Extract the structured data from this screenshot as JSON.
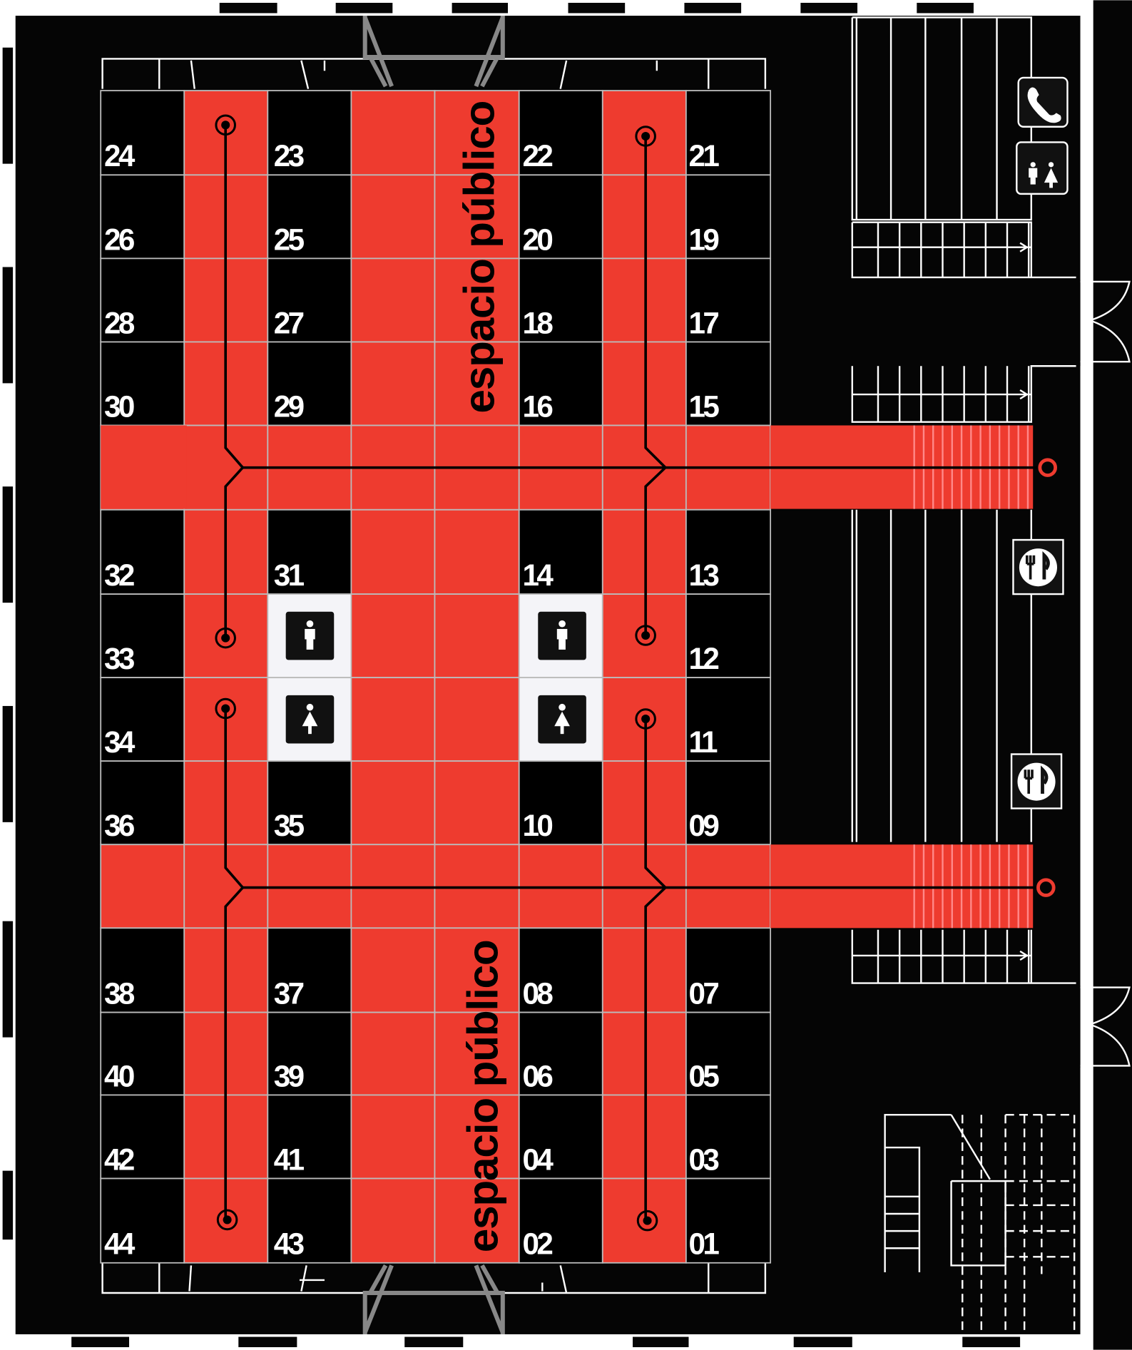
{
  "title_labels": {
    "public_space_top": "espacio público",
    "public_space_bottom": "espacio público"
  },
  "stall_columns": [
    [
      "24",
      "26",
      "28",
      "30",
      "",
      "32",
      "33",
      "34",
      "36",
      "",
      "38",
      "40",
      "42",
      "44"
    ],
    [
      "23",
      "25",
      "27",
      "29",
      "",
      "31",
      "restroom-men",
      "restroom-women",
      "35",
      "",
      "37",
      "39",
      "41",
      "43"
    ],
    [
      "22",
      "20",
      "18",
      "16",
      "",
      "14",
      "restroom-men",
      "restroom-women",
      "10",
      "",
      "08",
      "06",
      "04",
      "02"
    ],
    [
      "21",
      "19",
      "17",
      "15",
      "",
      "13",
      "12",
      "11",
      "09",
      "",
      "07",
      "05",
      "03",
      "01"
    ]
  ],
  "icons": [
    "phone-icon",
    "restroom-icon",
    "restaurant-icon",
    "restaurant-icon",
    "man-icon",
    "woman-icon"
  ],
  "colors": {
    "corridor": "#ee3b2f",
    "stall": "#000000",
    "restroom": "#f4f4f8",
    "line": "#000000",
    "wall": "#ffffff"
  }
}
